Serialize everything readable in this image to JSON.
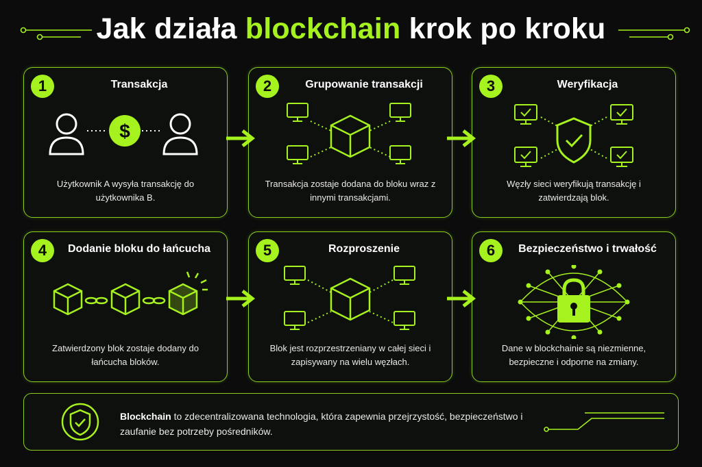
{
  "title": {
    "part1": "Jak działa",
    "highlight": "blockchain",
    "part2": "krok po kroku"
  },
  "colors": {
    "accent": "#a6f21e",
    "background": "#0b0c0b",
    "text": "#ffffff"
  },
  "steps": [
    {
      "number": "1",
      "title": "Transakcja",
      "description": "Użytkownik A wysyła transakcję do użytkownika B.",
      "icon": "user-to-user-transaction"
    },
    {
      "number": "2",
      "title": "Grupowanie transakcji",
      "description": "Transakcja zostaje dodana do bloku wraz z innymi transakcjami.",
      "icon": "block-with-computers"
    },
    {
      "number": "3",
      "title": "Weryfikacja",
      "description": "Węzły sieci weryfikują transakcję i zatwierdzają blok.",
      "icon": "shield-with-verified-monitors"
    },
    {
      "number": "4",
      "title": "Dodanie bloku do łańcucha",
      "description": "Zatwierdzony blok zostaje dodany do łańcucha bloków.",
      "icon": "chain-of-blocks"
    },
    {
      "number": "5",
      "title": "Rozproszenie",
      "description": "Blok jest rozprzestrzeniany w całej sieci i zapisywany na wielu węzłach.",
      "icon": "block-broadcast-to-computers"
    },
    {
      "number": "6",
      "title": "Bezpieczeństwo i trwałość",
      "description": "Dane w blockchainie są niezmienne, bezpieczne i odporne na zmiany.",
      "icon": "padlock-network"
    }
  ],
  "footer": {
    "bold": "Blockchain",
    "text": " to zdecentralizowana technologia, która zapewnia przejrzystość, bezpieczeństwo i zaufanie bez potrzeby pośredników.",
    "icon": "shield-check-icon"
  }
}
